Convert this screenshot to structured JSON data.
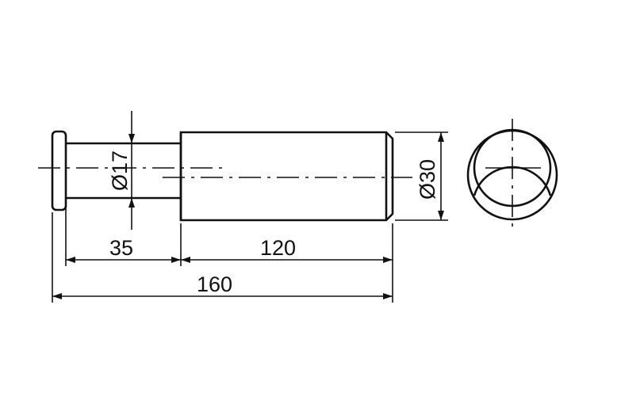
{
  "drawing": {
    "dimensions": {
      "small_diameter": "Ø17",
      "large_diameter": "Ø30",
      "small_length": "35",
      "large_length": "120",
      "total_length": "160"
    }
  }
}
